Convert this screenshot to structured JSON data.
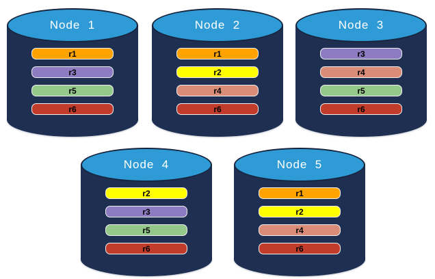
{
  "diagram": {
    "description_visible_text_only": true
  },
  "colors": {
    "cylinder_body": "#1e2f52",
    "cylinder_top": "#2e9bd6",
    "cylinder_top_border": "#17253f",
    "replicas": {
      "r1": "#ffa300",
      "r2": "#ffff00",
      "r3": "#8e7cc3",
      "r4": "#d98c78",
      "r5": "#95c98b",
      "r6": "#c23c2b"
    }
  },
  "nodes": [
    {
      "label": "Node  1",
      "replicas": [
        "r1",
        "r3",
        "r5",
        "r6"
      ]
    },
    {
      "label": "Node  2",
      "replicas": [
        "r1",
        "r2",
        "r4",
        "r6"
      ]
    },
    {
      "label": "Node  3",
      "replicas": [
        "r3",
        "r4",
        "r5",
        "r6"
      ]
    },
    {
      "label": "Node  4",
      "replicas": [
        "r2",
        "r3",
        "r5",
        "r6"
      ]
    },
    {
      "label": "Node  5",
      "replicas": [
        "r1",
        "r2",
        "r4",
        "r6"
      ]
    }
  ]
}
